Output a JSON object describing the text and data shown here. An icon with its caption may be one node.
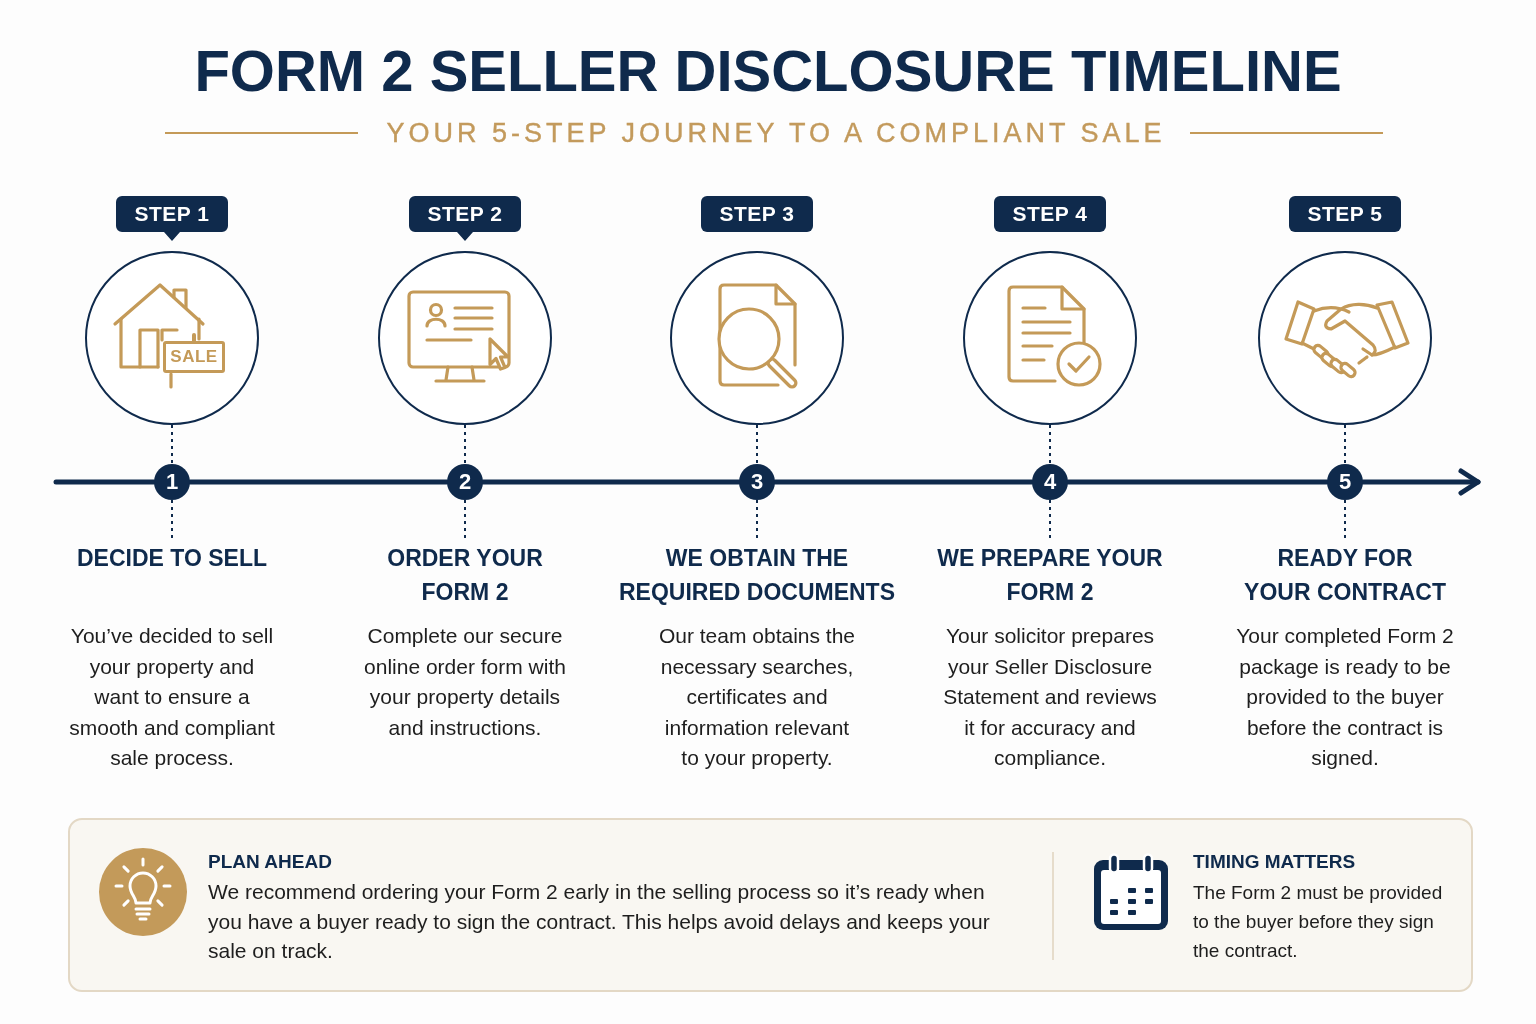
{
  "diagram": {
    "title": "FORM 2 SELLER DISCLOSURE TIMELINE",
    "nodes": [
      {
        "text": [
          "STEP 1"
        ]
      },
      {
        "text": [],
        "shape": "circle"
      },
      {
        "text": [
          "1"
        ]
      },
      {
        "text": [
          "DECIDE TO SELL",
          "You’ve decided to sell your property and want to ensure a smooth and compliant sale process."
        ]
      },
      {
        "text": [
          "STEP 2"
        ]
      },
      {
        "text": [],
        "shape": "circle"
      },
      {
        "text": [
          "2"
        ]
      },
      {
        "text": [
          "ORDER YOUR FORM 2",
          "Complete our secure online order form with your property details and instructions."
        ]
      },
      {
        "text": [
          "STEP 3"
        ]
      },
      {
        "text": [],
        "shape": "circle"
      },
      {
        "text": [
          "3"
        ]
      },
      {
        "text": [
          "WE OBTAIN THE REQUIRED DOCUMENTS",
          "Our team obtains the necessary searches, certificates and information relevant to your property."
        ]
      },
      {
        "text": [
          "STEP 4"
        ]
      },
      {
        "text": [],
        "shape": "circle"
      },
      {
        "text": [
          "4"
        ]
      },
      {
        "text": [
          "WE PREPARE YOUR FORM 2",
          "Your solicitor prepares your Seller Disclosure Statement and reviews it for accuracy and compliance."
        ]
      },
      {
        "text": [
          "STEP 5"
        ]
      },
      {
        "text": [],
        "shape": "circle"
      },
      {
        "text": [
          "5"
        ]
      },
      {
        "text": [
          "READY FOR YOUR CONTRACT",
          "Your completed Form 2 package is ready to be provided to the buyer before the contract is signed."
        ]
      },
      {
        "text": [
          "PLAN AHEAD",
          "We recommend ordering your Form 2 early in the selling process so it’s ready when you have a buyer ready to sign the contract. This helps avoid delays and keeps your sale on track.",
          "TIMING MATTERS",
          "The Form 2 must be provided to the buyer before they sign the contract."
        ]
      }
    ],
    "edges": [
      {
        "from": null,
        "to": 2,
        "arrow": "none",
        "style": "thick"
      },
      {
        "from": 2,
        "to": 6,
        "arrow": "none",
        "style": "thick"
      },
      {
        "from": 6,
        "to": 10,
        "arrow": "none",
        "style": "thick"
      },
      {
        "from": 10,
        "to": 14,
        "arrow": "none",
        "style": "thick"
      },
      {
        "from": 14,
        "to": 18,
        "arrow": "none",
        "style": "thick"
      },
      {
        "from": 18,
        "to": null,
        "arrow": "to",
        "style": "thick"
      },
      {
        "from": 1,
        "to": 2,
        "arrow": "none",
        "style": "dashed"
      },
      {
        "from": 2,
        "to": 3,
        "arrow": "none",
        "style": "dashed"
      },
      {
        "from": 5,
        "to": 6,
        "arrow": "none",
        "style": "dashed"
      },
      {
        "from": 6,
        "to": 7,
        "arrow": "none",
        "style": "dashed"
      },
      {
        "from": 9,
        "to": 10,
        "arrow": "none",
        "style": "dashed"
      },
      {
        "from": 10,
        "to": 11,
        "arrow": "none",
        "style": "dashed"
      },
      {
        "from": 13,
        "to": 14,
        "arrow": "none",
        "style": "dashed"
      },
      {
        "from": 14,
        "to": 15,
        "arrow": "none",
        "style": "dashed"
      },
      {
        "from": 17,
        "to": 18,
        "arrow": "none",
        "style": "dashed"
      },
      {
        "from": 18,
        "to": 19,
        "arrow": "none",
        "style": "dashed"
      }
    ],
    "labels": [
      "YOUR 5-STEP JOURNEY TO A COMPLIANT SALE",
      "SALE"
    ]
  }
}
